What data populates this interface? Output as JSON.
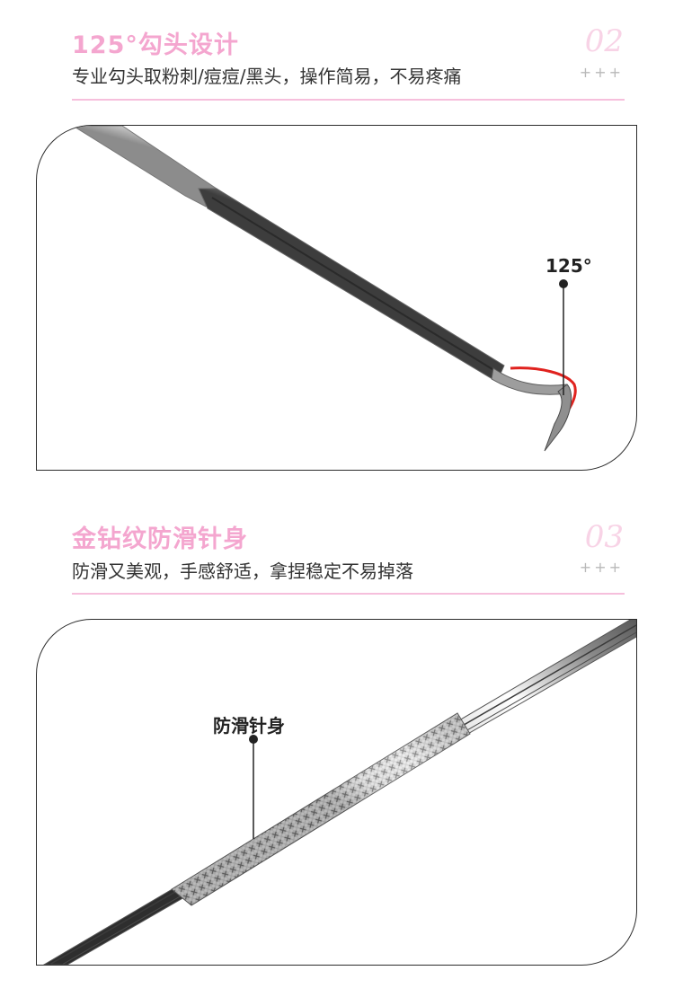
{
  "section1": {
    "title": "125°勾头设计",
    "subtitle": "专业勾头取粉刺/痘痘/黑头，操作简易，不易疼痛",
    "number": "02",
    "plus": "+++",
    "callout": "125°"
  },
  "section2": {
    "title": "金钻纹防滑针身",
    "subtitle": "防滑又美观，手感舒适，拿捏稳定不易掉落",
    "number": "03",
    "plus": "+++",
    "callout": "防滑针身"
  },
  "colors": {
    "title_pink": "#f4a6cf",
    "number_pink": "#f8d3e6",
    "rule_pink": "#f6bfdc",
    "hook_red": "#e0221e",
    "steel": "#9a9a9a"
  },
  "icons": [
    "callout-dot-icon",
    "hook-angle-marker-icon"
  ]
}
